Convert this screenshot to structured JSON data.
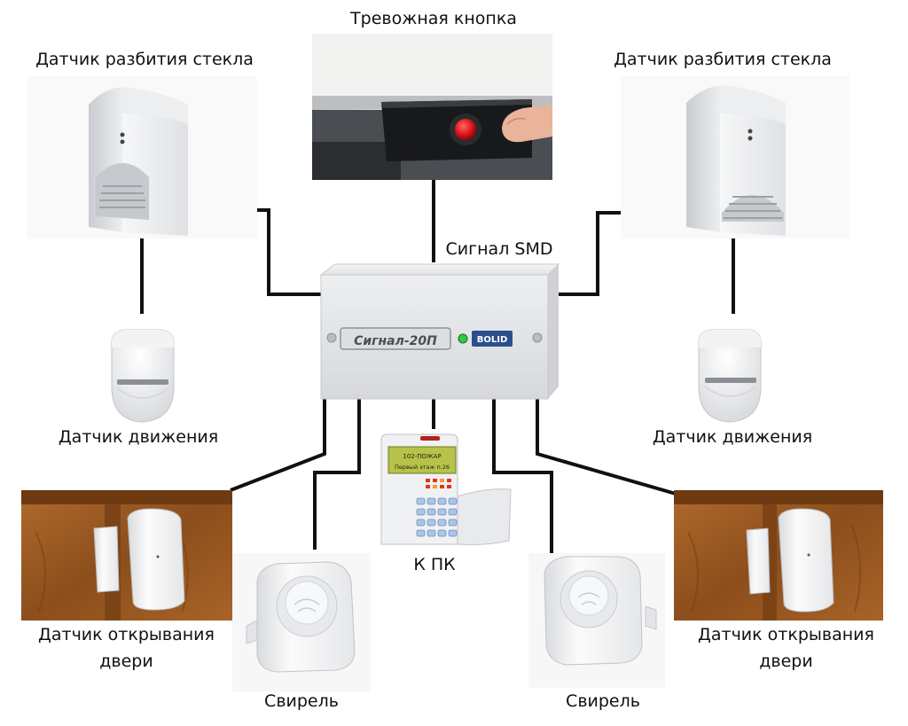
{
  "labels": {
    "panic_button": "Тревожная кнопка",
    "glass_left": "Датчик разбития стекла",
    "glass_right": "Датчик разбития стекла",
    "signal_smd": "Сигнал SMD",
    "motion_left": "Датчик движения",
    "motion_right": "Датчик движения",
    "keypad": "К ПК",
    "door_left_1": "Датчик открывания",
    "door_left_2": "двери",
    "door_right_1": "Датчик открывания",
    "door_right_2": "двери",
    "siren_left": "Свирель",
    "siren_right": "Свирель"
  },
  "panel": {
    "brand": "Сигнал-20П",
    "vendor": "BOLID"
  },
  "keypad_screen": {
    "line1": "102-ПОЖАР",
    "line2": "Первый этаж п.26"
  },
  "colors": {
    "wire": "#111111",
    "panel_body": "#e3e4e6",
    "wood": "#9a5a22",
    "led": "#2ecc40",
    "panic_button_red": "#d8121a"
  }
}
